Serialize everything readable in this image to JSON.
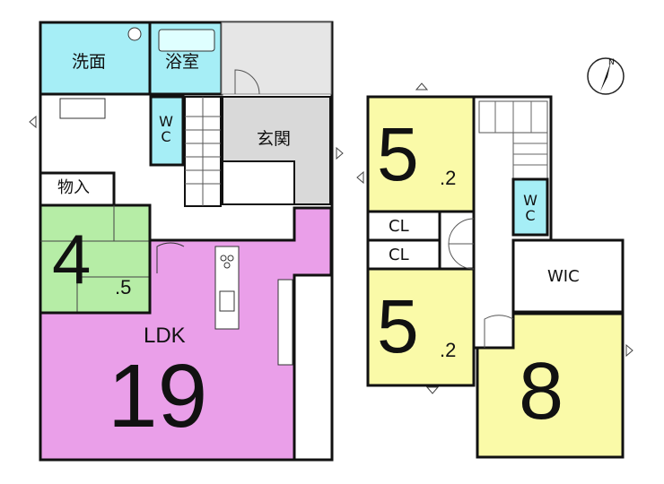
{
  "floor1": {
    "washroom": "洗面",
    "bathroom": "浴室",
    "wc_w": "W",
    "wc_c": "C",
    "entrance": "玄関",
    "storage": "物入",
    "room_jp_main": "4",
    "room_jp_sub": ".5",
    "ldk_label": "LDK",
    "ldk_size": "19"
  },
  "floor2": {
    "room_a_main": "5",
    "room_a_sub": ".2",
    "closet_1": "CL",
    "closet_2": "CL",
    "room_b_main": "5",
    "room_b_sub": ".2",
    "wc_w": "W",
    "wc_c": "C",
    "wic": "WIC",
    "room_c_main": "8"
  },
  "compass": {
    "north": "N"
  },
  "colors": {
    "wash": "#a6eef6",
    "ldk": "#ea9fe9",
    "japanese": "#b6eda6",
    "entrance": "#d9d9d9",
    "bedroom": "#fafaa8",
    "wall": "#111111"
  }
}
